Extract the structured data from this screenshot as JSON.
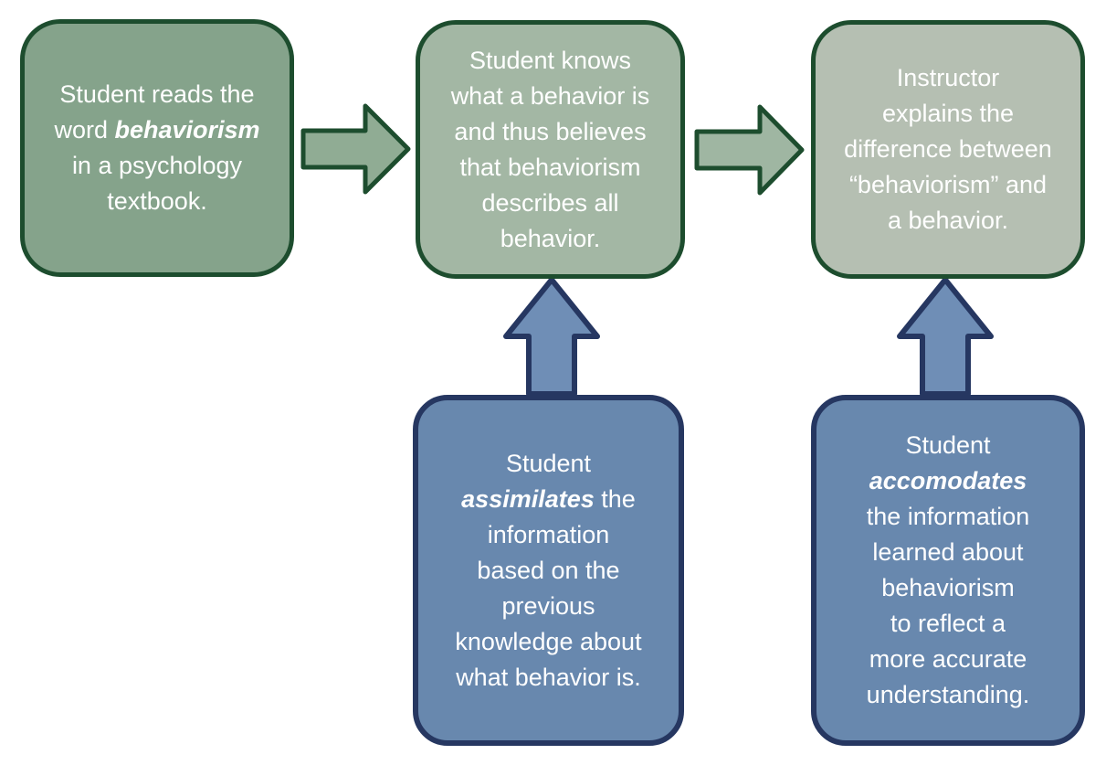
{
  "colors": {
    "background": "#ffffff",
    "text": "#ffffff",
    "green_border": "#1d4d2e",
    "green_box_1": "#85a38b",
    "green_box_2": "#a3b7a4",
    "green_box_3": "#b5bfb2",
    "green_arrow_1": "#90ac94",
    "green_arrow_2": "#9fb6a2",
    "blue_box": "#6888ae",
    "blue_border": "#263761",
    "blue_arrow": "#6f8eb6"
  },
  "diagram": {
    "green_boxes": [
      {
        "name": "student-reads-box",
        "segments": [
          {
            "t": "Student reads the"
          },
          {
            "br": true
          },
          {
            "t": "word "
          },
          {
            "t": "behaviorism",
            "em": true
          },
          {
            "br": true
          },
          {
            "t": "in a psychology"
          },
          {
            "br": true
          },
          {
            "t": "textbook."
          }
        ]
      },
      {
        "name": "student-knows-box",
        "segments": [
          {
            "t": "Student knows"
          },
          {
            "br": true
          },
          {
            "t": "what a behavior is"
          },
          {
            "br": true
          },
          {
            "t": "and thus believes"
          },
          {
            "br": true
          },
          {
            "t": "that behaviorism"
          },
          {
            "br": true
          },
          {
            "t": "describes all"
          },
          {
            "br": true
          },
          {
            "t": "behavior."
          }
        ]
      },
      {
        "name": "instructor-explains-box",
        "segments": [
          {
            "t": "Instructor"
          },
          {
            "br": true
          },
          {
            "t": "explains the"
          },
          {
            "br": true
          },
          {
            "t": "difference between"
          },
          {
            "br": true
          },
          {
            "t": "“behaviorism” and"
          },
          {
            "br": true
          },
          {
            "t": "a behavior."
          }
        ]
      }
    ],
    "blue_boxes": [
      {
        "name": "assimilation-box",
        "segments": [
          {
            "t": "Student"
          },
          {
            "br": true
          },
          {
            "t": "assimilates",
            "em": true
          },
          {
            "t": " the"
          },
          {
            "br": true
          },
          {
            "t": "information"
          },
          {
            "br": true
          },
          {
            "t": "based on the"
          },
          {
            "br": true
          },
          {
            "t": "previous"
          },
          {
            "br": true
          },
          {
            "t": "knowledge about"
          },
          {
            "br": true
          },
          {
            "t": "what behavior is."
          }
        ]
      },
      {
        "name": "accommodation-box",
        "segments": [
          {
            "t": "Student"
          },
          {
            "br": true
          },
          {
            "t": "accomodates",
            "em": true
          },
          {
            "br": true
          },
          {
            "t": "the information"
          },
          {
            "br": true
          },
          {
            "t": "learned about"
          },
          {
            "br": true
          },
          {
            "t": "behaviorism"
          },
          {
            "br": true
          },
          {
            "t": "to reflect a"
          },
          {
            "br": true
          },
          {
            "t": "more accurate"
          },
          {
            "br": true
          },
          {
            "t": "understanding."
          }
        ]
      }
    ]
  }
}
